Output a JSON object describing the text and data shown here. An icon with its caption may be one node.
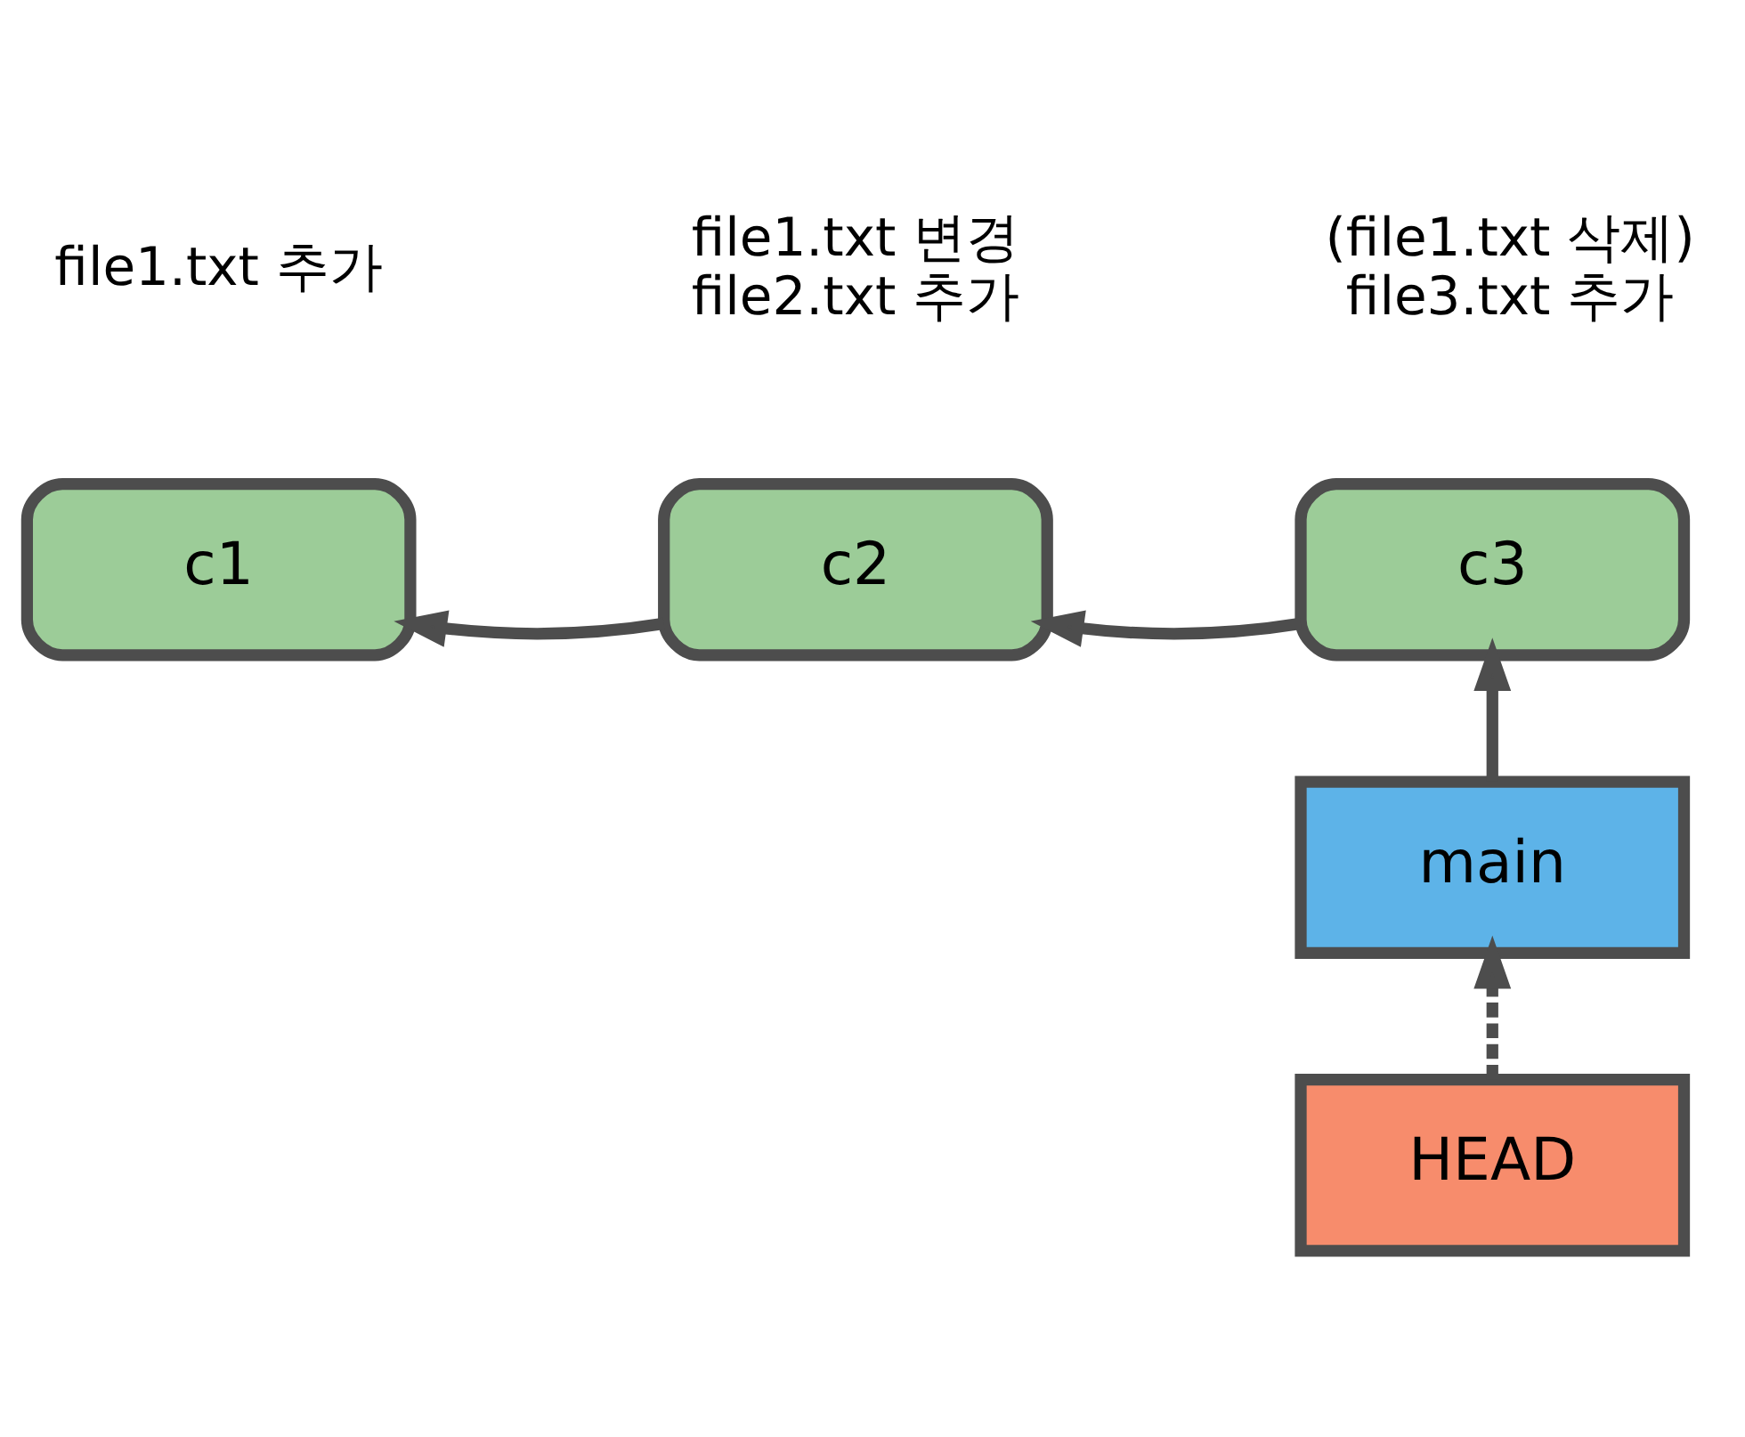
{
  "diagram": {
    "nodes": [
      {
        "text": [
          "c1"
        ],
        "beside": [
          "file1.txt 추가"
        ]
      },
      {
        "text": [
          "c2"
        ],
        "beside": [
          "file1.txt 변경",
          "file2.txt 추가"
        ]
      },
      {
        "text": [
          "c3"
        ],
        "beside": [
          "(file1.txt 삭제)",
          "file3.txt 추가"
        ]
      },
      {
        "text": [
          "main"
        ]
      },
      {
        "text": [
          "HEAD"
        ]
      }
    ],
    "edges": [
      {
        "from": 1,
        "to": 0,
        "arrow": "to"
      },
      {
        "from": 2,
        "to": 1,
        "arrow": "to"
      },
      {
        "from": 3,
        "to": 2,
        "arrow": "to"
      },
      {
        "from": 4,
        "to": 3,
        "arrow": "to",
        "style": "dashed"
      }
    ]
  }
}
